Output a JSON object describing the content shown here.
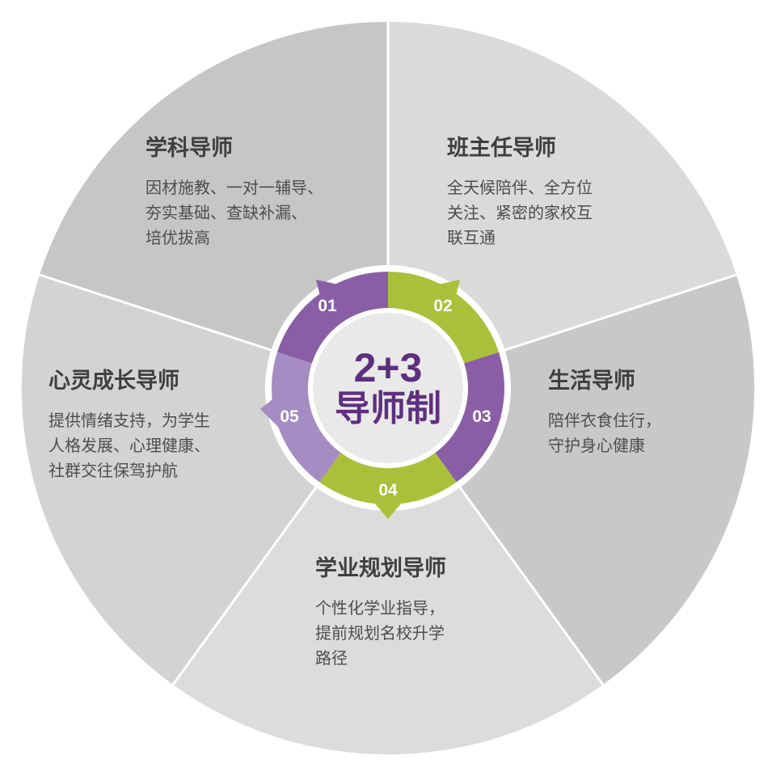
{
  "center": {
    "title": "2+3",
    "subtitle": "导师制"
  },
  "colors": {
    "sector_1": "#c6c6c6",
    "sector_2": "#dadada",
    "sector_3": "#c8c8c8",
    "sector_4": "#dcdcdc",
    "sector_5": "#d3d3d3",
    "purple": "#8a5ea6",
    "purple_light": "#a58cc2",
    "green": "#a9c13a",
    "center_fill": "#e9e9e9",
    "center_text": "#5e2f7e"
  },
  "sectors": [
    {
      "number": "01",
      "title": "学科导师",
      "lines": [
        "因材施教、一对一辅导、",
        "夯实基础、查缺补漏、",
        "培优拔高"
      ]
    },
    {
      "number": "02",
      "title": "班主任导师",
      "lines": [
        "全天候陪伴、全方位",
        "关注、紧密的家校互",
        "联互通"
      ]
    },
    {
      "number": "03",
      "title": "生活导师",
      "lines": [
        "陪伴衣食住行，",
        "守护身心健康"
      ]
    },
    {
      "number": "04",
      "title": "学业规划导师",
      "lines": [
        "个性化学业指导，",
        "提前规划名校升学",
        "路径"
      ]
    },
    {
      "number": "05",
      "title": "心灵成长导师",
      "lines": [
        "提供情绪支持，为学生",
        "人格发展、心理健康、",
        "社群交往保驾护航"
      ]
    }
  ]
}
